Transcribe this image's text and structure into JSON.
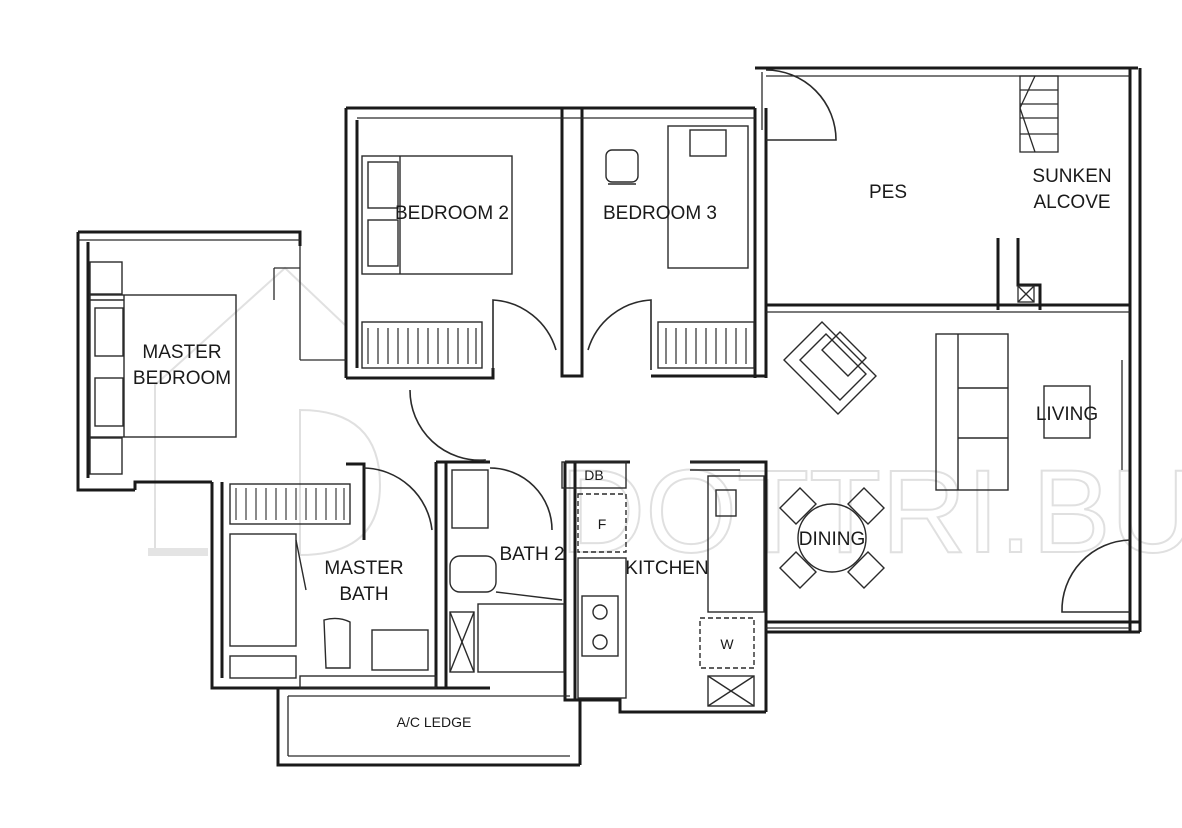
{
  "rooms": {
    "master_bedroom": "MASTER\nBEDROOM",
    "bedroom2": "BEDROOM 2",
    "bedroom3": "BEDROOM 3",
    "pes": "PES",
    "sunken_alcove": "SUNKEN\nALCOVE",
    "living": "LIVING",
    "dining": "DINING",
    "kitchen": "KITCHEN",
    "master_bath": "MASTER\nBATH",
    "bath2": "BATH 2",
    "ac_ledge": "A/C LEDGE"
  },
  "fixtures": {
    "db": "DB",
    "fridge": "F",
    "washer": "W"
  },
  "watermark": "DOTTRI.BUILD",
  "colors": {
    "wall": "#1a1a1a",
    "line": "#2a2a2a",
    "watermark": "#c8c8c8",
    "background": "#ffffff"
  }
}
